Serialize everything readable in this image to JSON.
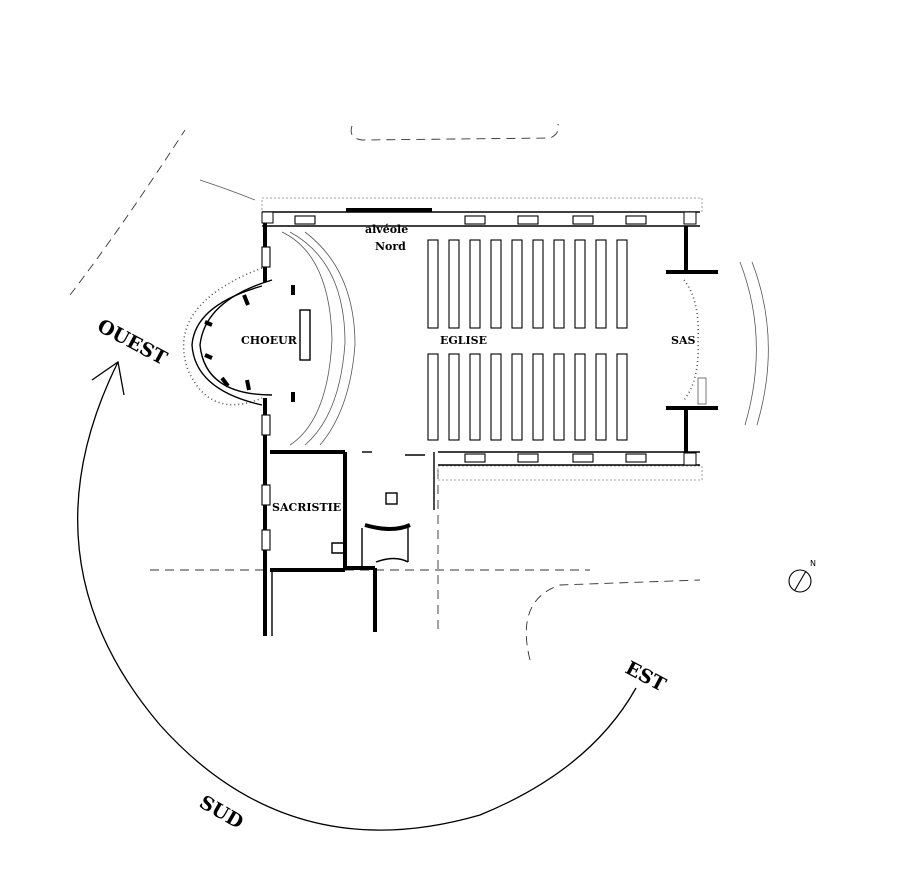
{
  "rooms": {
    "alcove": "alvéole",
    "nord": "Nord",
    "choeur": "CHOEUR",
    "eglise": "EGLISE",
    "sas": "SAS",
    "sacristie": "SACRISTIE"
  },
  "directions": {
    "ouest": "OUEST",
    "est": "EST",
    "sud": "SUD"
  },
  "compass": {
    "north": "N"
  }
}
